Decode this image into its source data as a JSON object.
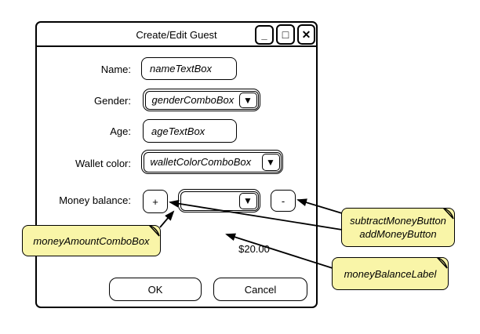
{
  "window": {
    "title": "Create/Edit Guest",
    "form": {
      "rows": [
        {
          "label": "Name:",
          "type": "textbox",
          "value": "nameTextBox"
        },
        {
          "label": "Gender:",
          "type": "combobox",
          "value": "genderComboBox"
        },
        {
          "label": "Age:",
          "type": "textbox",
          "value": "ageTextBox"
        },
        {
          "label": "Wallet color:",
          "type": "combobox",
          "value": "walletColorComboBox"
        },
        {
          "label": "Money balance:",
          "type": "money-row"
        }
      ],
      "money": {
        "add_button": "+",
        "amount_combobox_value": "",
        "subtract_button": "-",
        "balance_label": "$20.00"
      }
    },
    "footer": {
      "ok": "OK",
      "cancel": "Cancel"
    }
  },
  "annotations": {
    "money_amount_note": "moneyAmountComboBox",
    "buttons_note_line1": "subtractMoneyButton",
    "buttons_note_line2": "addMoneyButton",
    "balance_note": "moneyBalanceLabel"
  },
  "icons": {
    "dropdown": "▼",
    "minimize": "_",
    "maximize": "□",
    "close": "✕"
  },
  "colors": {
    "note_fill": "#F9F5A8",
    "note_fold": "#E6E28A",
    "outline": "#000000",
    "background": "#FFFFFF"
  }
}
